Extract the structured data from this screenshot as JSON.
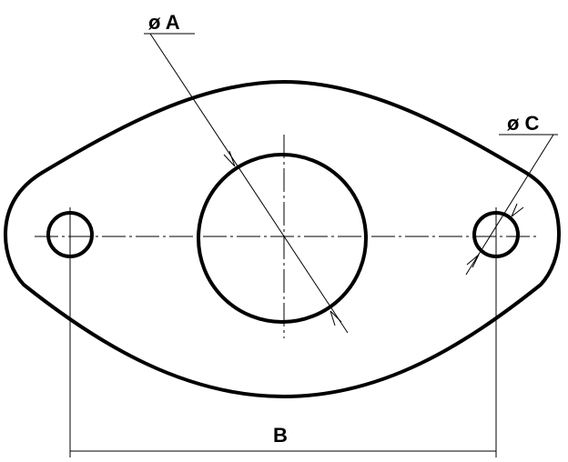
{
  "labels": {
    "diameter_a": "ø A",
    "diameter_c": "ø C",
    "distance_b": "B"
  }
}
